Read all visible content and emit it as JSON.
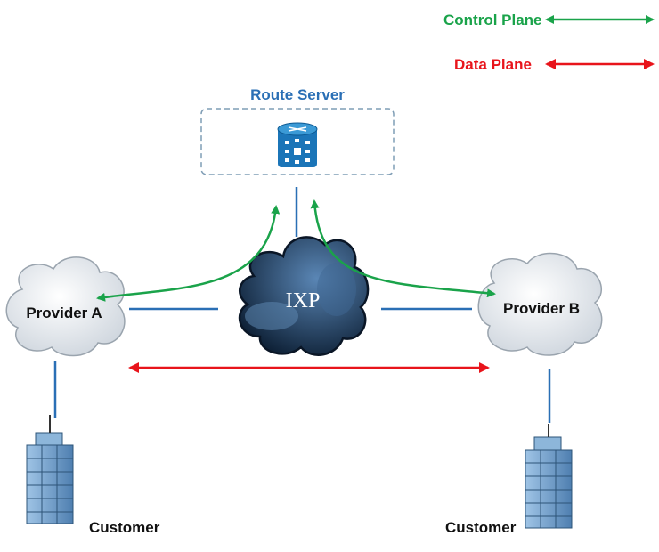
{
  "legend": {
    "control_plane": {
      "label": "Control Plane",
      "color": "#1aa34a"
    },
    "data_plane": {
      "label": "Data Plane",
      "color": "#e8141b"
    }
  },
  "route_server": {
    "label": "Route Server",
    "color": "#2a6fb5",
    "icon": "route-server-icon"
  },
  "ixp": {
    "label": "IXP"
  },
  "provider_a": {
    "label": "Provider A"
  },
  "provider_b": {
    "label": "Provider B"
  },
  "customers": [
    {
      "label": "Customer"
    },
    {
      "label": "Customer"
    }
  ],
  "colors": {
    "link": "#2a6fb5",
    "ixp_cloud": "#1e3a5c"
  }
}
